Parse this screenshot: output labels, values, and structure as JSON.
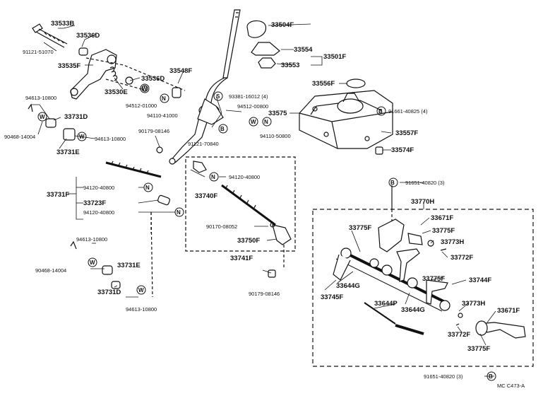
{
  "diagram": {
    "part_numbers": {
      "p33533B": "33533B",
      "p33536D_top": "33536D",
      "p91121_51070": "91121-51070",
      "p33535F": "33535F",
      "p33530E": "33530E",
      "p33536D_mid": "33536D",
      "p33548F": "33548F",
      "p94613_10800_a": "94613-10800",
      "p33731D_a": "33731D",
      "p94512_01000": "94512-01000",
      "p94110_41000": "94110-41000",
      "p90468_14004_a": "90468-14004",
      "p94613_10800_b": "94613-10800",
      "p33731E_a": "33731E",
      "p90179_08146_a": "90179-08146",
      "p91121_70840": "91121-70840",
      "p33504F": "33504F",
      "p33554": "33554",
      "p33501F": "33501F",
      "p33553": "33553",
      "p33556F": "33556F",
      "p93381_16012": "93381-16012 (4)",
      "p94512_00800": "94512-00800",
      "p33575": "33575",
      "p91661_40825": "91661-40825 (4)",
      "p94110_50800": "94110-50800",
      "p33557F": "33557F",
      "p33574F": "33574F",
      "p94120_40800_a": "94120-40800",
      "p33740F": "33740F",
      "p33731F": "33731F",
      "p94120_40800_b": "94120-40800",
      "p33723F": "33723F",
      "p94120_40800_c": "94120-40800",
      "p90170_08052": "90170-08052",
      "p33750F": "33750F",
      "p33741F": "33741F",
      "p94613_10800_c": "94613-10800",
      "p90468_14004_b": "90468-14004",
      "p33731E_b": "33731E",
      "p33731D_b": "33731D",
      "p94613_10800_d": "94613-10800",
      "p90179_08146_b": "90179-08146",
      "p91651_40820_top": "91651-40820 (3)",
      "p33770H": "33770H",
      "p33671F_top": "33671F",
      "p33775F_a": "33775F",
      "p33775F_b": "33775F",
      "p33773H_a": "33773H",
      "p33772F_a": "33772F",
      "p33745F": "33745F",
      "p33644G_a": "33644G",
      "p33775F_c": "33775F",
      "p33744F": "33744F",
      "p33644P": "33644P",
      "p33644G_b": "33644G",
      "p33773H_b": "33773H",
      "p33671F_bot": "33671F",
      "p33772F_b": "33772F",
      "p33775F_d": "33775F",
      "p91651_40820_bot": "91651-40820 (3)"
    },
    "symbols": {
      "W": "W",
      "N": "N",
      "S": "S",
      "B": "B"
    },
    "figure_code": "MC C473-A"
  }
}
